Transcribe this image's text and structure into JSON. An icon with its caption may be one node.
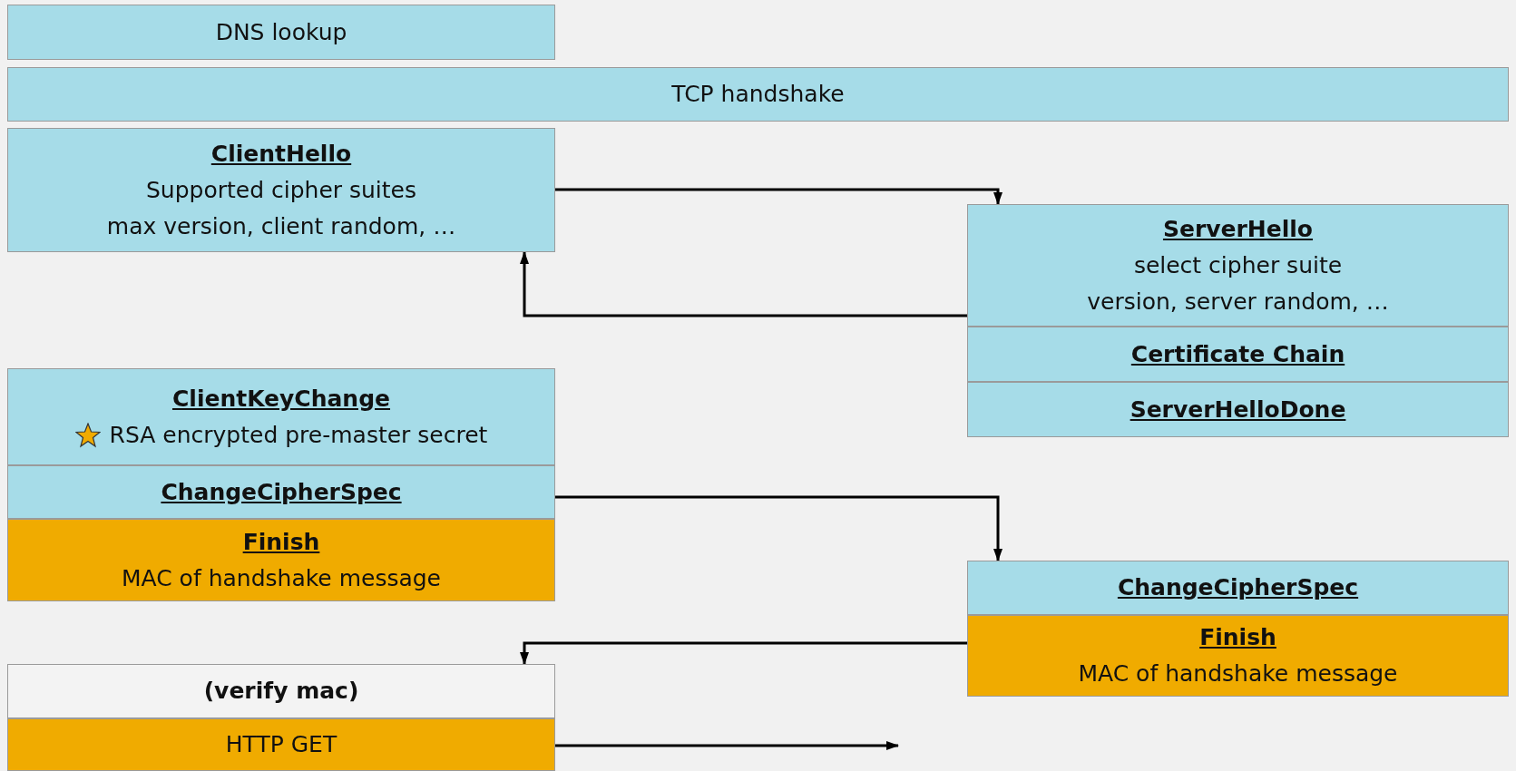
{
  "diagram": {
    "nodes": [
      {
        "text": [
          "DNS lookup"
        ]
      },
      {
        "text": [
          "TCP handshake"
        ]
      },
      {
        "text": [
          "ClientHello",
          "Supported cipher suites",
          "max version, client random, …"
        ]
      },
      {
        "text": [
          "ServerHello",
          "select cipher suite",
          "version, server random, …"
        ]
      },
      {
        "text": [
          "Certificate Chain"
        ]
      },
      {
        "text": [
          "ServerHelloDone"
        ]
      },
      {
        "text": [
          "ClientKeyChange",
          "RSA encrypted pre-master secret"
        ]
      },
      {
        "text": [
          "ChangeCipherSpec"
        ]
      },
      {
        "text": [
          "Finish",
          "MAC of handshake message"
        ]
      },
      {
        "text": [
          "ChangeCipherSpec"
        ]
      },
      {
        "text": [
          "Finish",
          "MAC of handshake message"
        ]
      },
      {
        "text": [
          "(verify mac)"
        ]
      },
      {
        "text": [
          "HTTP GET"
        ]
      }
    ],
    "edges": [
      {
        "from": 2,
        "to": 3,
        "arrow": "to"
      },
      {
        "from": 3,
        "to": 2,
        "arrow": "to"
      },
      {
        "from": 7,
        "to": 9,
        "arrow": "to"
      },
      {
        "from": 10,
        "to": 11,
        "arrow": "to"
      },
      {
        "from": 12,
        "to": null,
        "arrow": "to"
      }
    ]
  }
}
